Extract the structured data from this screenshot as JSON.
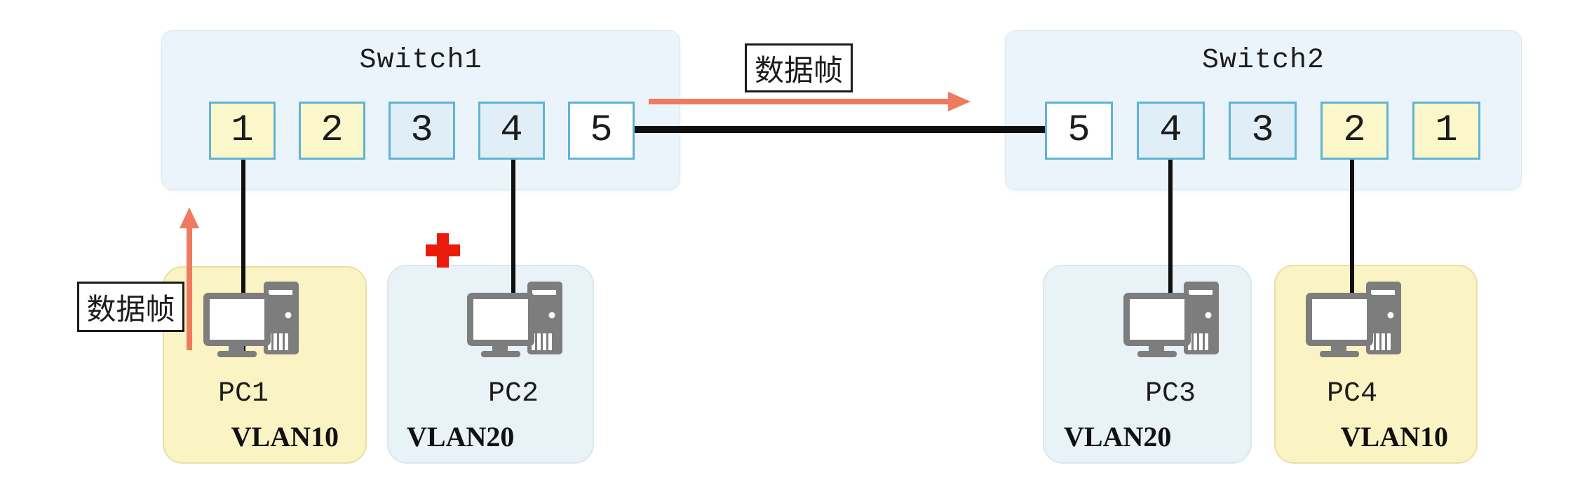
{
  "switch1": {
    "name": "Switch1",
    "ports": [
      "1",
      "2",
      "3",
      "4",
      "5"
    ]
  },
  "switch2": {
    "name": "Switch2",
    "ports": [
      "5",
      "4",
      "3",
      "2",
      "1"
    ]
  },
  "pcs": [
    {
      "name": "PC1",
      "vlan": "VLAN10"
    },
    {
      "name": "PC2",
      "vlan": "VLAN20"
    },
    {
      "name": "PC3",
      "vlan": "VLAN20"
    },
    {
      "name": "PC4",
      "vlan": "VLAN10"
    }
  ],
  "annotations": {
    "frame_label_top": "数据帧",
    "frame_label_left": "数据帧"
  },
  "colors": {
    "vlan10_fill": "#fcf6cb",
    "vlan20_fill": "#e0eef7",
    "trunk_port_fill": "#ffffff",
    "port_border": "#5fb4d3",
    "arrow": "#ee7b60",
    "blocked_cross": "#ea1a0c",
    "cable": "#0f0f0f"
  }
}
